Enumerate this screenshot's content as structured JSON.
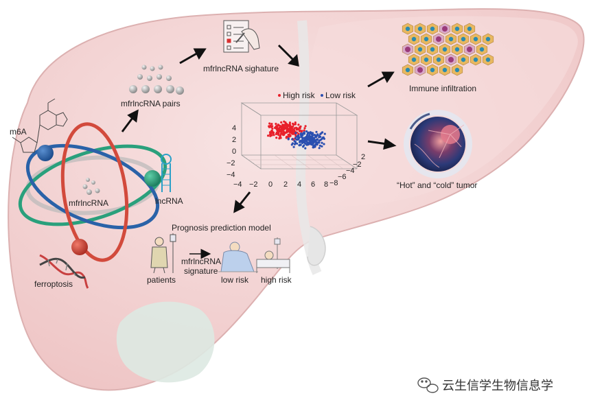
{
  "labels": {
    "m6a": "m6A",
    "mfrlncrna": "mfrlncRNA",
    "lncrna": "lncRNA",
    "ferroptosis": "ferroptosis",
    "pairs": "mfrlncRNA pairs",
    "signature_top": "mfrlncRNA sighature",
    "immune": "Immune infiltration",
    "hot_cold": "“Hot” and “cold” tumor",
    "prognosis": "Prognosis prediction model",
    "patients": "patients",
    "signature_line1": "mfrlncRNA",
    "signature_line2": "signature",
    "low_risk": "low risk",
    "high_risk": "high risk"
  },
  "scatter": {
    "legend_high": "High risk",
    "legend_low": "Low risk",
    "high_color": "#e8202a",
    "low_color": "#2a4fb0",
    "z_ticks": [
      "4",
      "2",
      "0",
      "−2",
      "−4"
    ],
    "x_ticks": [
      "−4",
      "−2",
      "0",
      "2",
      "4",
      "6",
      "8"
    ],
    "y_ticks": [
      "2",
      "−2",
      "−4",
      "−6",
      "−8"
    ]
  },
  "watermark": "云生信学生物信息学",
  "colors": {
    "liver": "#f2d2d2",
    "liver_edge": "#dcb0b0",
    "orbit_blue": "#2a62a8",
    "orbit_green": "#2aa07c",
    "orbit_red": "#d24a3c",
    "gallbladder": "#dde9e2"
  }
}
